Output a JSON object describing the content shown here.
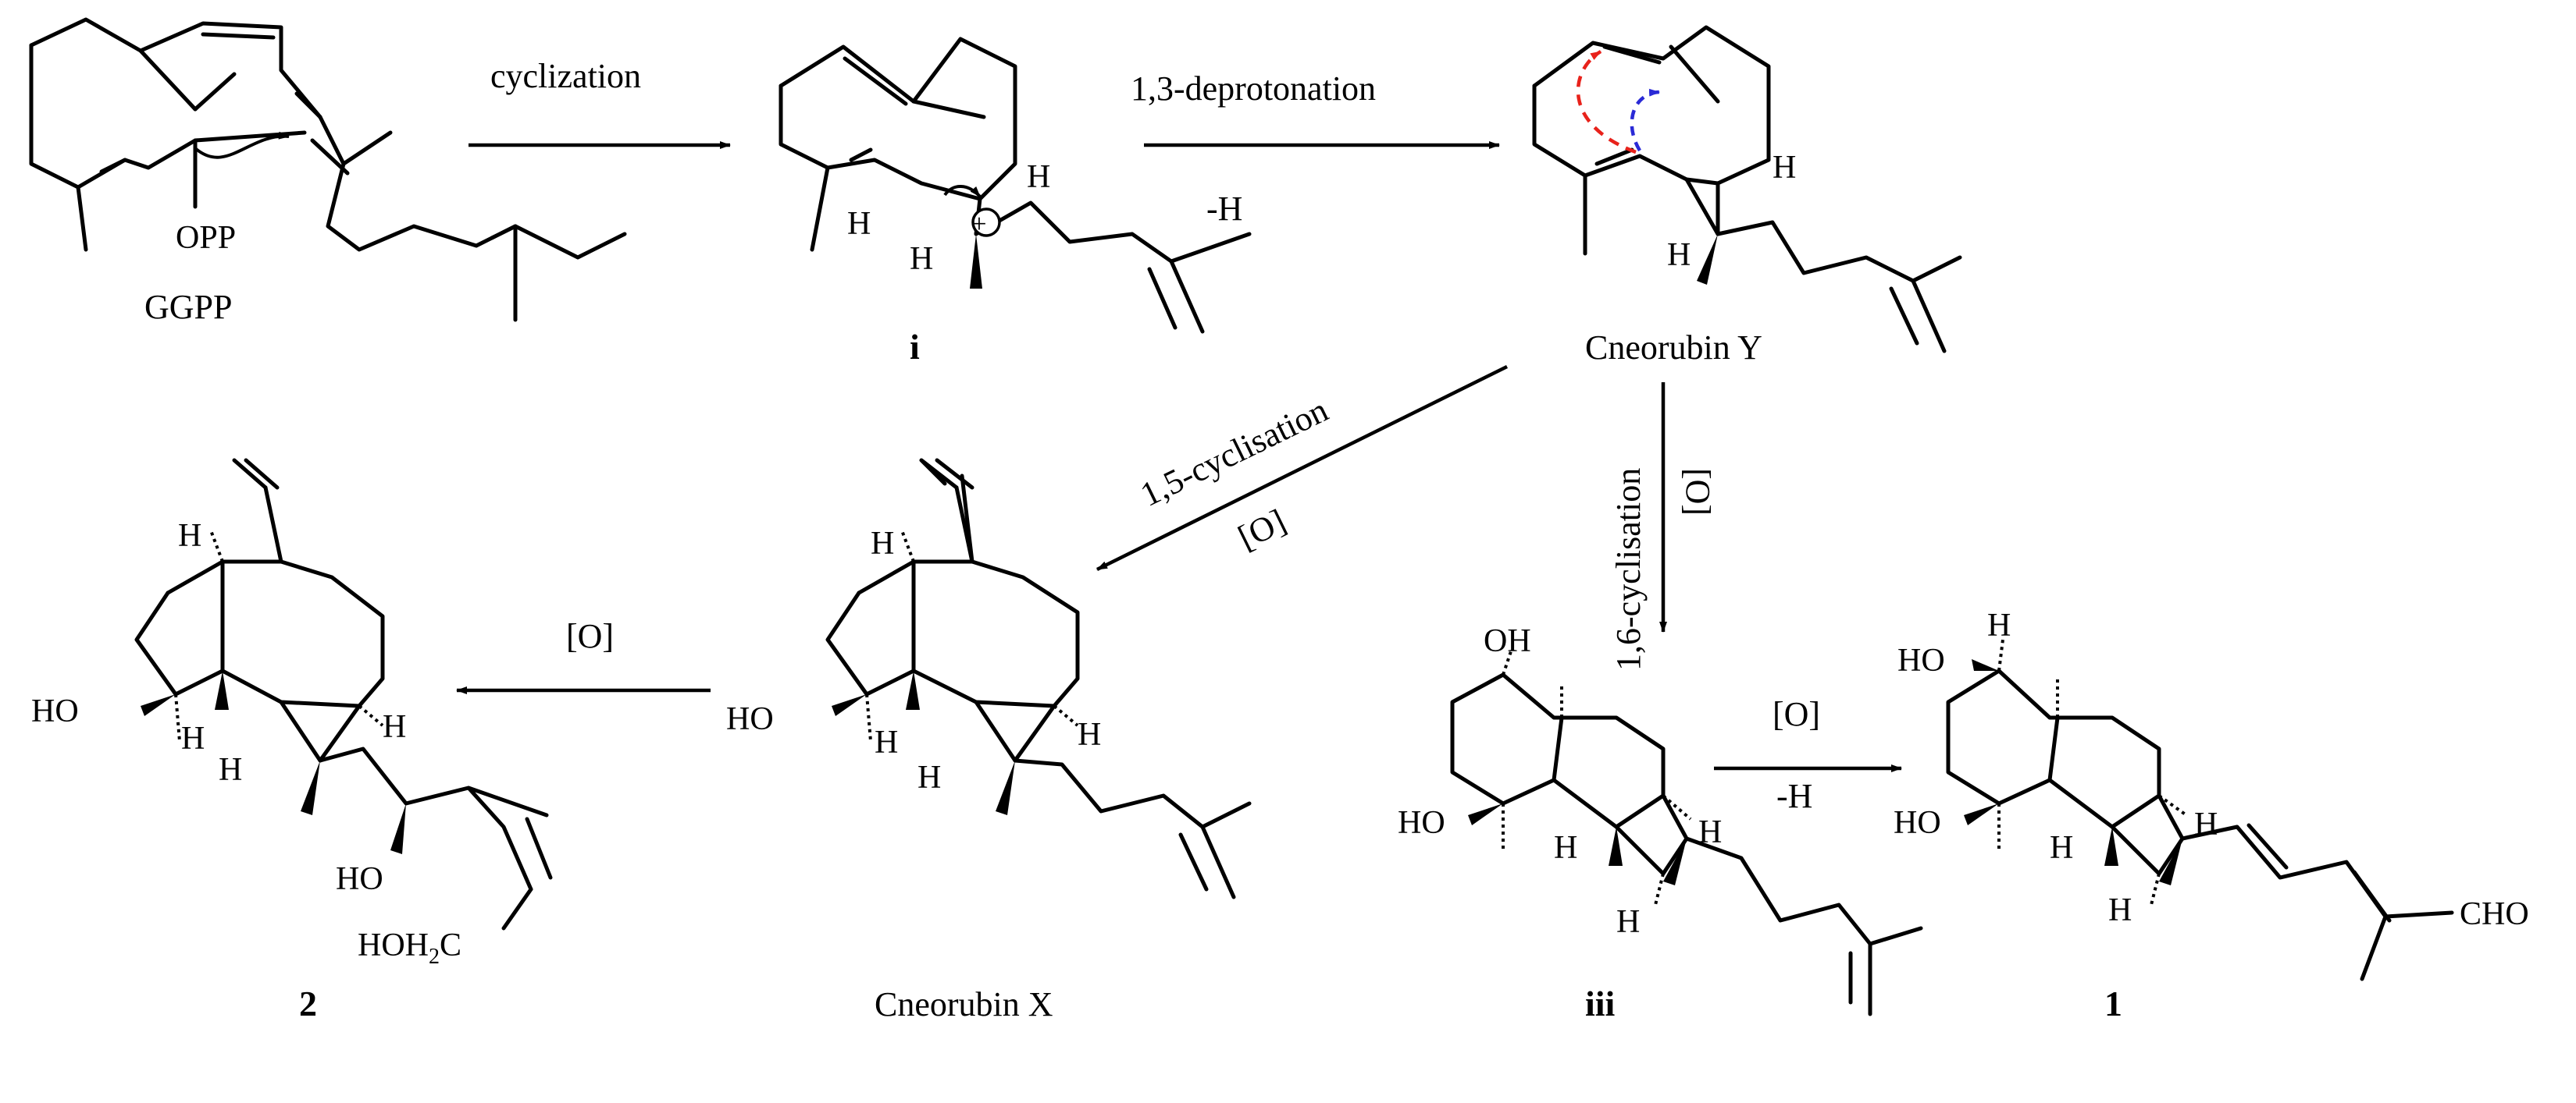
{
  "scheme": {
    "compounds": {
      "ggpp": {
        "label": "GGPP",
        "group": "OPP"
      },
      "i": {
        "label": "i",
        "h1": "H",
        "h2": "H",
        "h3": "H"
      },
      "cneorubin_y": {
        "label": "Cneorubin Y",
        "h1": "H",
        "h2": "H"
      },
      "cneorubin_x": {
        "label": "Cneorubin X",
        "ho": "HO",
        "h1": "H",
        "h2": "H",
        "h3": "H",
        "h4": "H"
      },
      "c2": {
        "label": "2",
        "ho": "HO",
        "ho2": "HO",
        "hoh2c": "HOH",
        "sub": "2",
        "c": "C",
        "h1": "H",
        "h2": "H",
        "h3": "H",
        "h4": "H"
      },
      "iii": {
        "label": "iii",
        "oh": "OH",
        "ho": "HO",
        "h1": "H",
        "h2": "H",
        "h3": "H"
      },
      "c1": {
        "label": "1",
        "ho": "HO",
        "ho2": "HO",
        "h": "H",
        "cho": "CHO",
        "h1": "H",
        "h2": "H",
        "h3": "H"
      }
    },
    "steps": {
      "s1": {
        "label": "cyclization"
      },
      "s2": {
        "label": "1,3-deprotonation",
        "sub": "-H"
      },
      "s3": {
        "label": "1,5-cyclisation",
        "sub": "[O]"
      },
      "s4": {
        "label": "1,6-cyclisation",
        "sub": "[O]"
      },
      "s5": {
        "label": "[O]"
      },
      "s6": {
        "label": "[O]",
        "sub": "-H"
      }
    },
    "charge": "+",
    "colors": {
      "red": "#e8221b",
      "blue": "#2a2ad6",
      "black": "#000000"
    }
  }
}
